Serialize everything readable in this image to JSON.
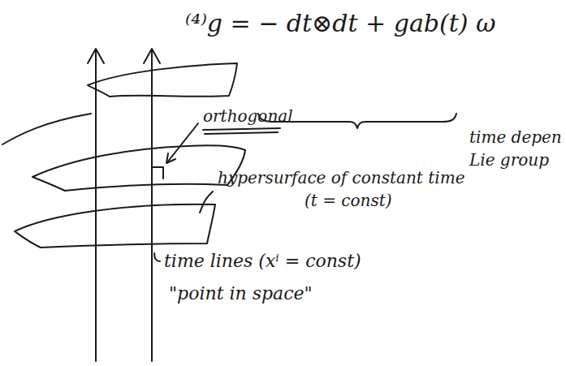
{
  "diagram": {
    "labels": [
      "⁽⁴⁾g = − dt⊗dt + gab(t) ω",
      "time depen",
      "Lie group",
      "orthogonal",
      "hypersurface of constant time",
      "(t = const)",
      "time lines (xⁱ = const)",
      "\"point in space\""
    ]
  }
}
